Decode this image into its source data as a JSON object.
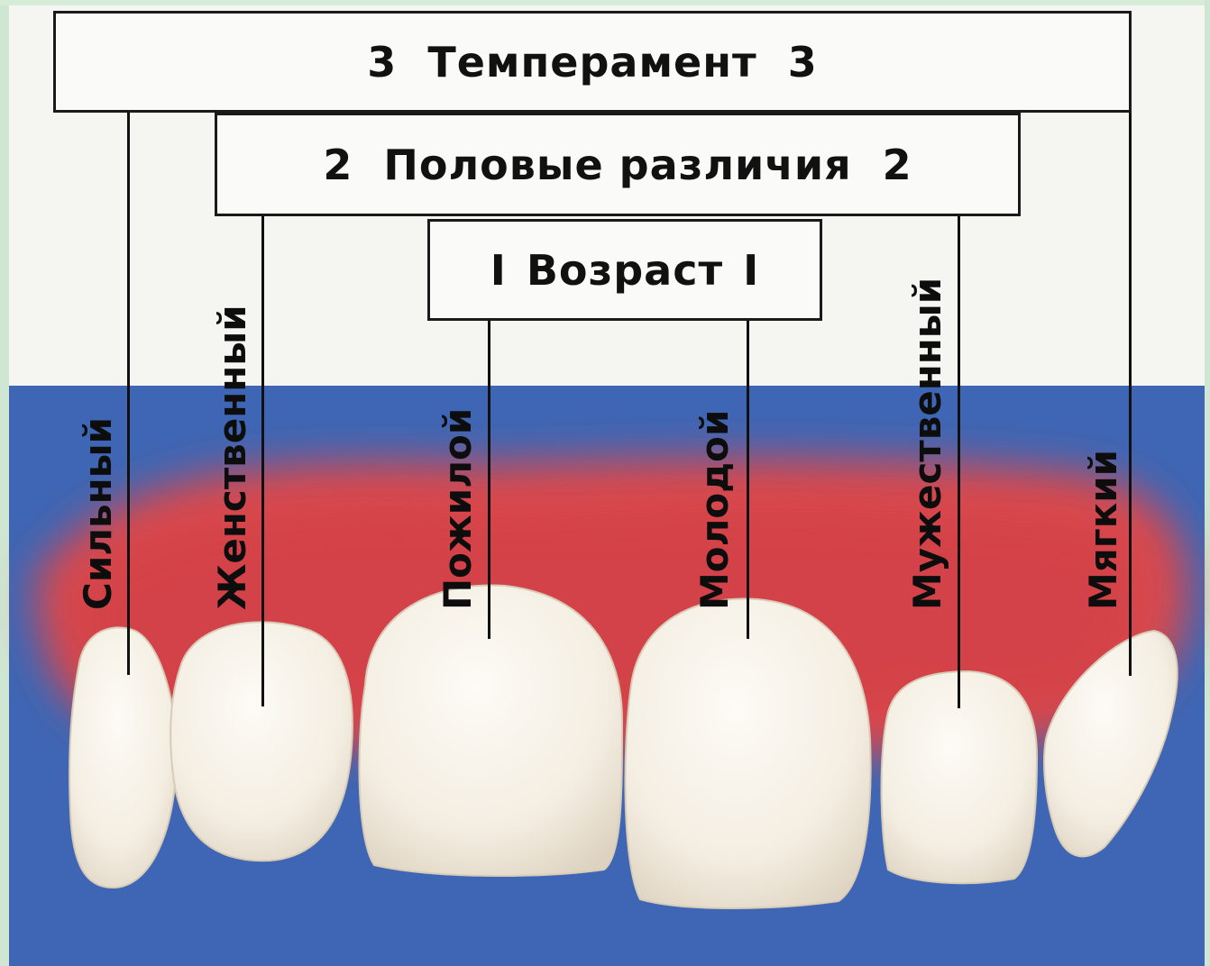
{
  "boxes": {
    "temperament": {
      "num_left": "3",
      "label": "Темперамент",
      "num_right": "3"
    },
    "sex": {
      "num_left": "2",
      "label": "Половые различия",
      "num_right": "2"
    },
    "age": {
      "num_left": "I",
      "label": "Возраст",
      "num_right": "I"
    }
  },
  "labels": {
    "strong": "Сильный",
    "feminine": "Женственный",
    "elderly": "Пожилой",
    "young": "Молодой",
    "masculine": "Мужественный",
    "soft": "Мягкий"
  },
  "colors": {
    "background": "#f5f5f2",
    "navy": "#3e66b4",
    "gum": "#d84a4f",
    "tooth": "#f6f0e4"
  }
}
